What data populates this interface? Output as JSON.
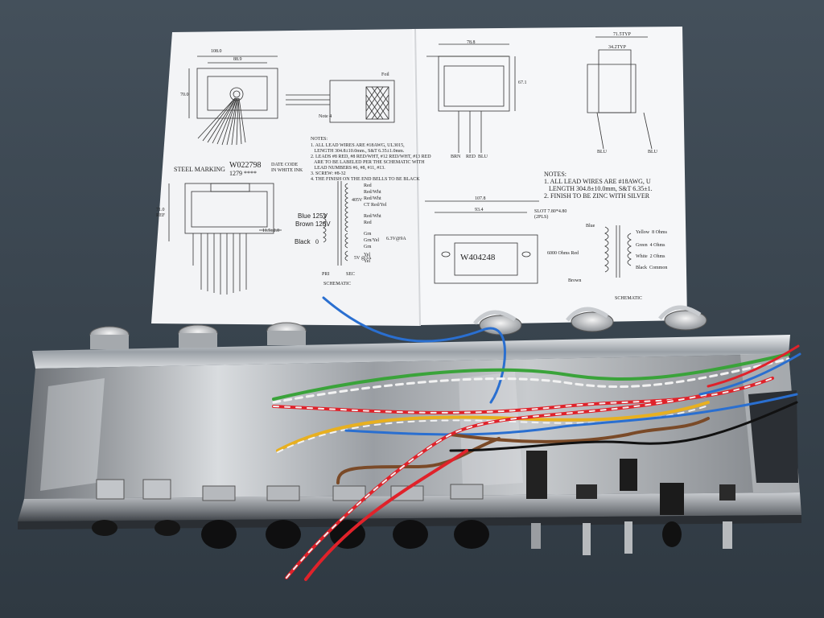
{
  "sheet_left": {
    "dim_top_1": "108.0",
    "dim_top_2": "88.9",
    "dim_side": "70.0",
    "foil_label": "Foil",
    "note_label": "Note 4",
    "notes_title": "NOTES:",
    "notes_lines": [
      "1. ALL LEAD WIRES ARE #18AWG, UL3015,",
      "   LENGTH 304.8±10.0mm., S&T 6.35±1.0mm.",
      "2. LEADS #8 RED, #8 RED/WHT, #12 RED/WHT, #13 RED",
      "   ARE TO BE LABELED PER THE SCHEMATIC WITH",
      "   LEAD NUMBERS #6, #8, #11, #13.",
      "3. SCREW: #8-32",
      "4. THE FINISH ON THE END BELLS TO BE BLACK"
    ],
    "steel_marking": "STEEL MARKING",
    "part_number": "W022798",
    "part_code": "1279 ****",
    "date_code": "DATE CODE\nIN WHITE INK",
    "dim_height": "71.0\nREF",
    "dim_small": "11.5±2.0",
    "pri_labels": [
      "Blue 125V",
      "Brown 120V",
      "Black"
    ],
    "pri_zero": "0",
    "sec_labels": [
      "Red",
      "Red/Wht",
      "Red/Wht",
      "CT Red/Yel",
      "Red/Wht",
      "Red",
      "Grn",
      "Grn/Yel",
      "Grn",
      "Yel",
      "Yel"
    ],
    "sec_values": [
      "405V",
      "6.3V@9A",
      "5V @3A"
    ],
    "pri_sec": [
      "PRI",
      "SEC"
    ],
    "schematic_label": "SCHEMATIC"
  },
  "sheet_right": {
    "dim_width": "78.8",
    "dim_height": "67.1",
    "dim_typ_1": "71.5TYP",
    "dim_typ_2": "34.2TYP",
    "leads_front": [
      "BRN",
      "RED",
      "BLU"
    ],
    "leads_side": [
      "BLU",
      "BLU"
    ],
    "notes_title": "NOTES:",
    "notes_lines": [
      "1. ALL LEAD WIRES ARE #18AWG, U",
      "   LENGTH 304.8±10.0mm, S&T 6.35±1.",
      "2. FINISH TO BE ZINC WITH SILVER"
    ],
    "dim_base_1": "107.8",
    "dim_base_2": "93.4",
    "slot_label": "SLOT 7.80*4.80\n(2PLS)",
    "part_number": "W404248",
    "taps_left": [
      "Blue",
      "6000 Ohms Red",
      "Brown"
    ],
    "taps_right": [
      "Yellow  8 Ohms",
      "Green  4 Ohms",
      "White  2 Ohms",
      "Black  Common"
    ],
    "schematic_label": "SCHEMATIC"
  },
  "colors": {
    "background": "#3b4650",
    "paper": "#f4f5f7",
    "chassis": "#b8bcc0",
    "wire_red": "#e0222a",
    "wire_green": "#3aa33a",
    "wire_yellow": "#e8b020",
    "wire_blue": "#2a6fd0",
    "wire_brown": "#7a4a28",
    "wire_white": "#f2f2f2",
    "wire_black": "#111111"
  }
}
